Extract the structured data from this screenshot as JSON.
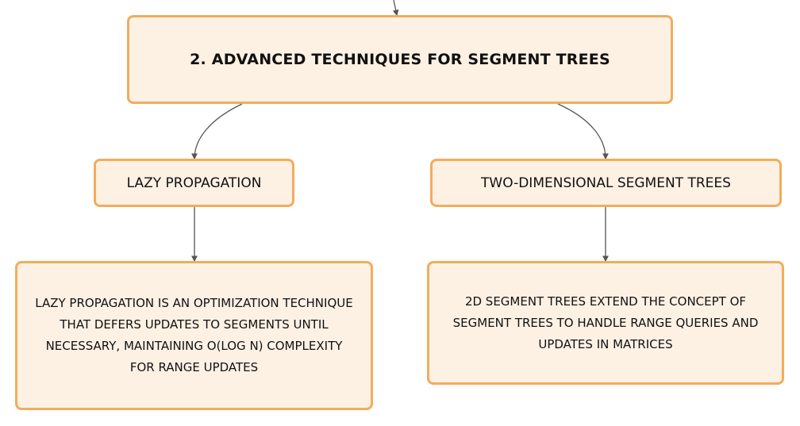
{
  "colors": {
    "node_fill": "#fdf1e4",
    "node_border": "#f2ac5e",
    "connector": "#555555"
  },
  "root": {
    "label": "2. ADVANCED TECHNIQUES FOR SEGMENT TREES"
  },
  "branches": [
    {
      "label": "LAZY PROPAGATION",
      "description": "LAZY PROPAGATION IS AN OPTIMIZATION TECHNIQUE THAT DEFERS UPDATES TO SEGMENTS UNTIL NECESSARY, MAINTAINING O(LOG N) COMPLEXITY FOR RANGE UPDATES"
    },
    {
      "label": "TWO-DIMENSIONAL SEGMENT TREES",
      "description": "2D SEGMENT TREES EXTEND THE CONCEPT OF SEGMENT TREES TO HANDLE RANGE QUERIES AND UPDATES IN MATRICES"
    }
  ]
}
